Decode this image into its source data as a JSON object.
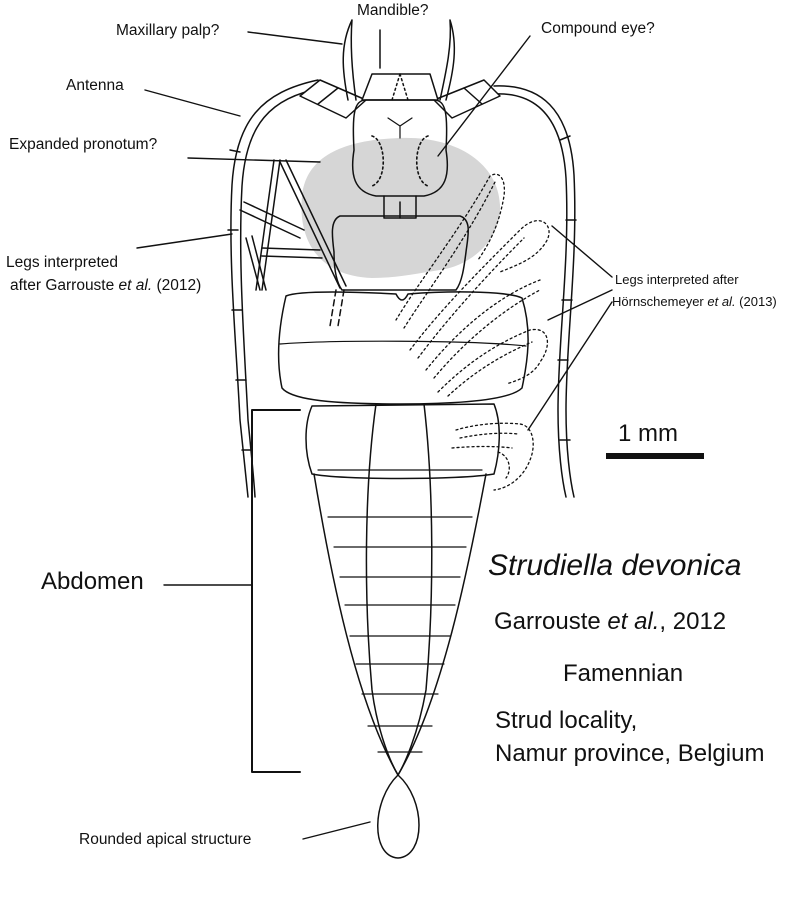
{
  "labels": {
    "mandible": "Mandible?",
    "maxillary_palp": "Maxillary palp?",
    "compound_eye": "Compound eye?",
    "antenna": "Antenna",
    "pronotum": "Expanded pronotum?",
    "legs_garrouste_1": "Legs interpreted",
    "legs_garrouste_2a": "after Garrouste ",
    "legs_garrouste_2b": "et al.",
    "legs_garrouste_2c": " (2012)",
    "legs_horn_1": "Legs interpreted after",
    "legs_horn_2a": "Hörnschemeyer ",
    "legs_horn_2b": "et al.",
    "legs_horn_2c": " (2013)",
    "abdomen": "Abdomen",
    "apical": "Rounded apical structure"
  },
  "scale_bar": {
    "label": "1 mm"
  },
  "info": {
    "species": "Strudiella devonica",
    "authority_a": "Garrouste ",
    "authority_b": "et al.",
    "authority_c": ", 2012",
    "stage": "Famennian",
    "locality_1": "Strud locality,",
    "locality_2": "Namur province, Belgium"
  },
  "colors": {
    "line": "#111111",
    "pronotum_fill": "#d6d6d6",
    "background": "#ffffff"
  }
}
